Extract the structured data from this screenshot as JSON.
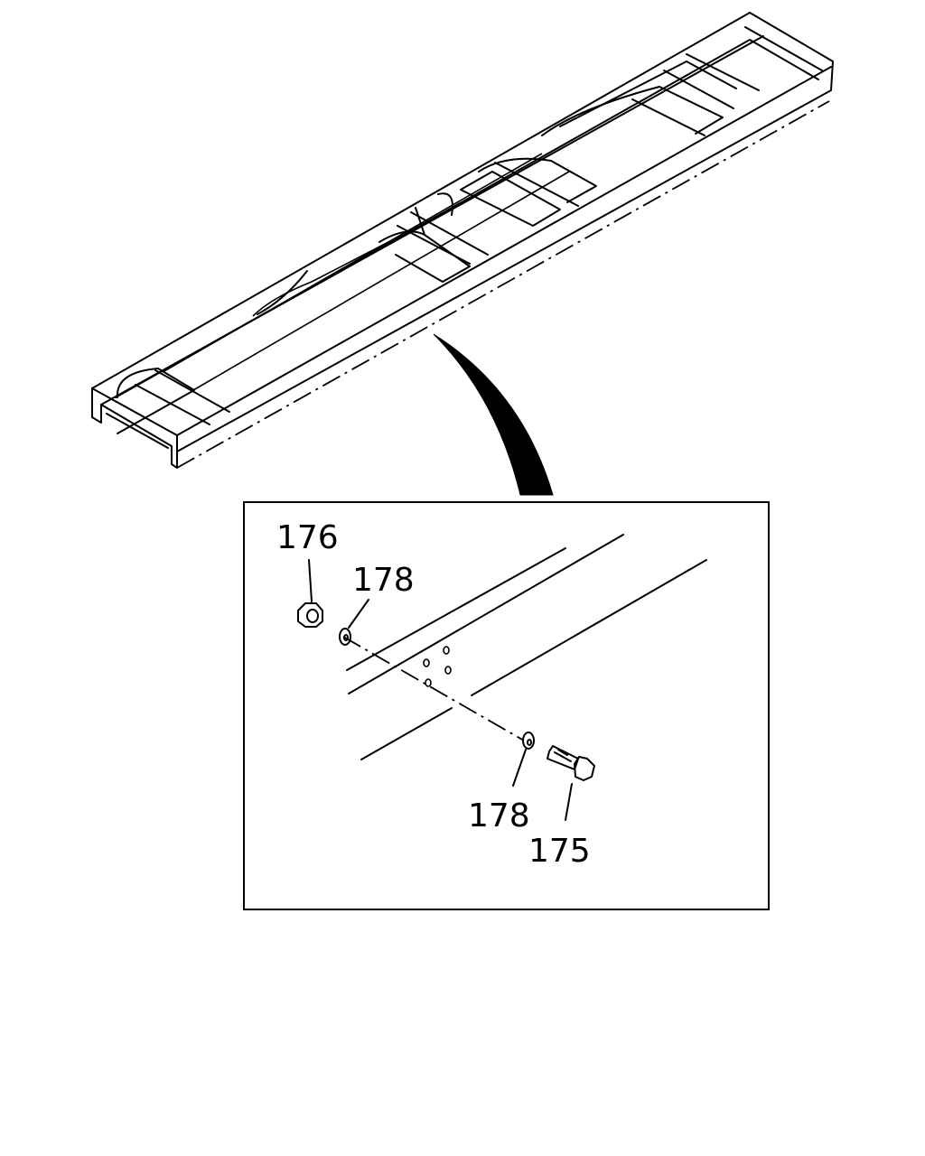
{
  "diagram": {
    "callouts": {
      "nut": "176",
      "washer_upper": "178",
      "washer_lower": "178",
      "bolt": "175"
    }
  }
}
